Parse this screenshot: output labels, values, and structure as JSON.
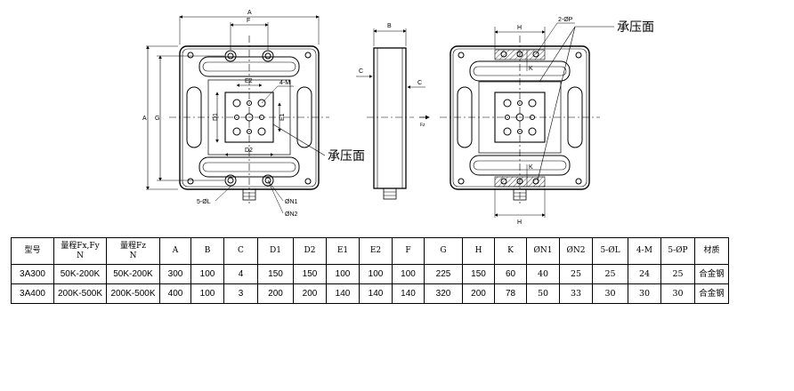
{
  "drawing": {
    "front_view": {
      "dims": {
        "A": "A",
        "F": "F",
        "G": "G",
        "D1": "D1",
        "D2": "D2",
        "E1": "E1",
        "E2": "E2",
        "M": "4-M",
        "L": "5-ØL",
        "N1": "ØN1",
        "N2": "ØN2"
      },
      "callout": "承压面"
    },
    "side_view": {
      "dims": {
        "B": "B",
        "C1": "C",
        "C2": "C",
        "Fz": "Fz"
      }
    },
    "back_view": {
      "dims": {
        "H_top": "H",
        "H_bottom": "H",
        "P": "2-ØP",
        "K_top": "K",
        "K_bottom": "K"
      },
      "callout": "承压面"
    }
  },
  "table": {
    "headers": [
      "型号",
      "量程Fx,Fy\nN",
      "量程Fz\nN",
      "A",
      "B",
      "C",
      "D1",
      "D2",
      "E1",
      "E2",
      "F",
      "G",
      "H",
      "K",
      "ØN1",
      "ØN2",
      "5-ØL",
      "4-M",
      "5-ØP",
      "材质"
    ],
    "rows": [
      [
        "3A300",
        "50K-200K",
        "50K-200K",
        "300",
        "100",
        "4",
        "150",
        "150",
        "100",
        "100",
        "100",
        "225",
        "150",
        "60",
        "40",
        "25",
        "25",
        "24",
        "25",
        "合金钢"
      ],
      [
        "3A400",
        "200K-500K",
        "200K-500K",
        "400",
        "100",
        "3",
        "200",
        "200",
        "140",
        "140",
        "140",
        "320",
        "200",
        "78",
        "50",
        "33",
        "30",
        "30",
        "30",
        "合金钢"
      ]
    ]
  }
}
